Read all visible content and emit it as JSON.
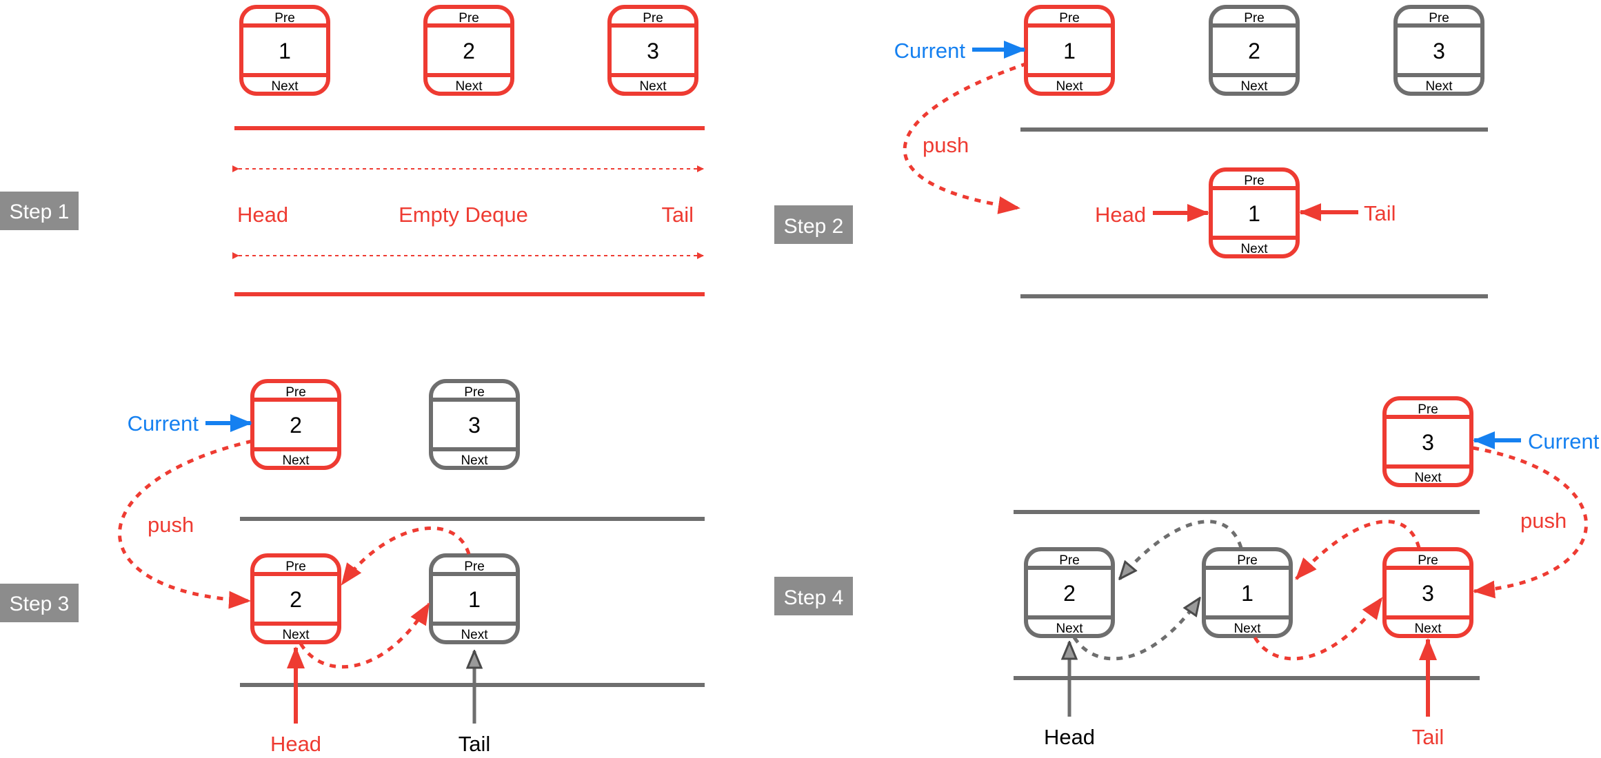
{
  "colors": {
    "red": "#ee3b32",
    "gray": "#6e6e6e",
    "blue": "#1580f0",
    "text": "#000000",
    "step_bg": "#8c8c8c"
  },
  "node": {
    "pre": "Pre",
    "next": "Next"
  },
  "labels": {
    "head": "Head",
    "tail": "Tail",
    "current": "Current",
    "push": "push",
    "empty": "Empty Deque"
  },
  "steps": [
    {
      "label": "Step 1",
      "top_nodes": [
        "1",
        "2",
        "3"
      ]
    },
    {
      "label": "Step 2",
      "top_nodes": [
        "1",
        "2",
        "3"
      ],
      "deque": [
        "1"
      ]
    },
    {
      "label": "Step 3",
      "top_nodes": [
        "2",
        "3"
      ],
      "deque": [
        "2",
        "1"
      ]
    },
    {
      "label": "Step 4",
      "top_nodes": [
        "3"
      ],
      "deque": [
        "2",
        "1",
        "3"
      ]
    }
  ]
}
